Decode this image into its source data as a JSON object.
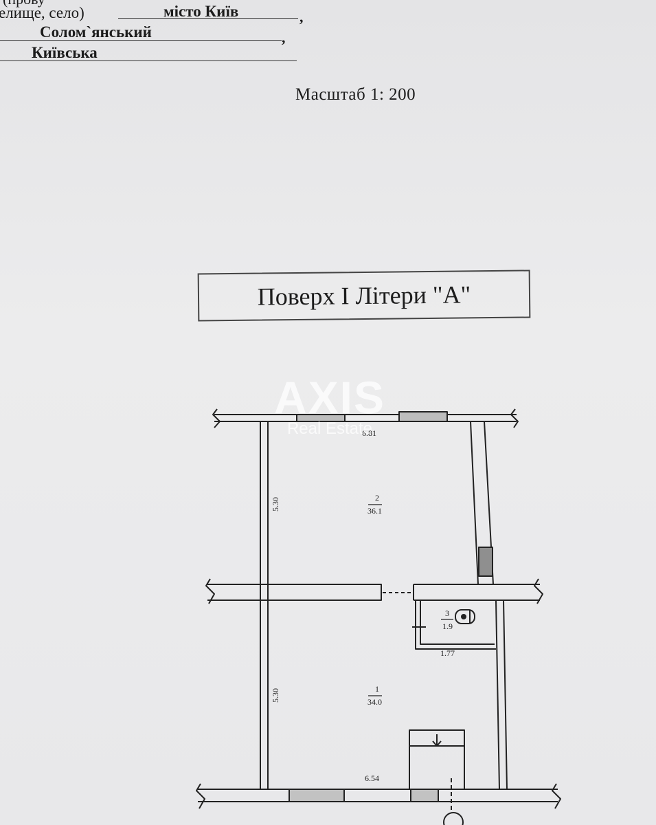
{
  "header": {
    "line1": "(прову",
    "line2_label": "елище, село)",
    "line2_value": "місто Київ",
    "line3_value": "Солом`янський",
    "line4_value": "Київська",
    "comma": ","
  },
  "scale_text": "Масштаб 1:  200",
  "floor_title": "Поверх I Літери \"А\"",
  "watermark": {
    "brand": "AXIS",
    "sub": "Real Estate"
  },
  "plan": {
    "rooms": [
      {
        "number": "2",
        "area": "36.1"
      },
      {
        "number": "1",
        "area": "34.0"
      },
      {
        "number": "3",
        "area": "1.9"
      }
    ],
    "dimensions": {
      "top_width": "6.81",
      "room2_height": "5.30",
      "room1_height": "5.30",
      "bottom_width": "6.54",
      "wc_width": "1.77"
    }
  }
}
